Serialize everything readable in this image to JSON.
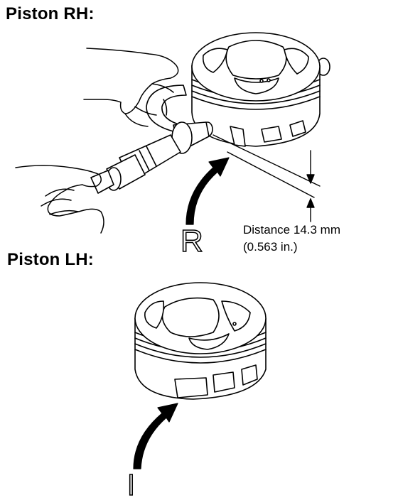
{
  "headings": {
    "rh": "Piston RH:",
    "lh": "Piston LH:"
  },
  "measurement": {
    "line1": "Distance 14.3 mm",
    "line2": "(0.563 in.)"
  },
  "markers": {
    "rh": "R",
    "lh": "l"
  }
}
